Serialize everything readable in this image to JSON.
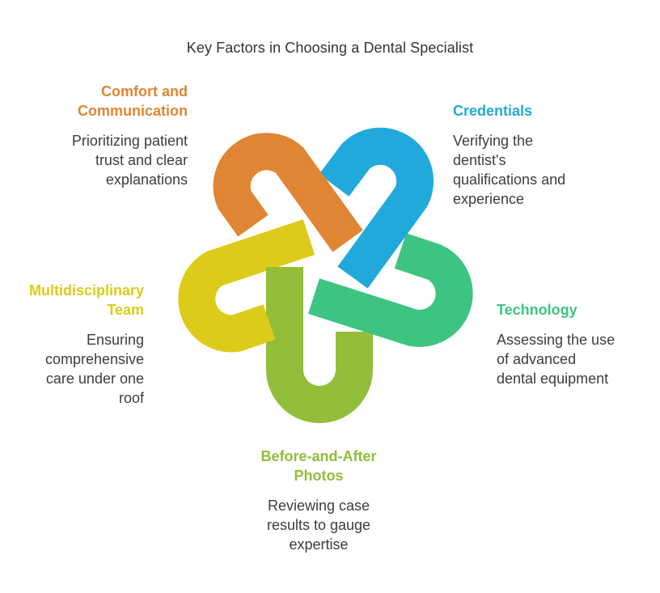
{
  "title": "Key Factors in Choosing a Dental Specialist",
  "colors": {
    "orange": "#E08533",
    "blue": "#21A9DB",
    "green": "#3DC483",
    "olive": "#92BE3A",
    "yellow": "#DDCB1A"
  },
  "factors": [
    {
      "heading": "Comfort and Communication",
      "heading_lines": [
        "Comfort and",
        "Communication"
      ],
      "description_lines": [
        "Prioritizing patient",
        "trust and clear",
        "explanations"
      ],
      "color": "#E08533"
    },
    {
      "heading": "Credentials",
      "heading_lines": [
        "Credentials"
      ],
      "description_lines": [
        "Verifying the",
        "dentist's",
        "qualifications and",
        "experience"
      ],
      "color": "#21A9DB"
    },
    {
      "heading": "Technology",
      "heading_lines": [
        "Technology"
      ],
      "description_lines": [
        "Assessing the use",
        "of advanced",
        "dental equipment"
      ],
      "color": "#3DC483"
    },
    {
      "heading": "Before-and-After Photos",
      "heading_lines": [
        "Before-and-After",
        "Photos"
      ],
      "description_lines": [
        "Reviewing case",
        "results to gauge",
        "expertise"
      ],
      "color": "#92BE3A"
    },
    {
      "heading": "Multidisciplinary Team",
      "heading_lines": [
        "Multidisciplinary",
        "Team"
      ],
      "description_lines": [
        "Ensuring",
        "comprehensive",
        "care under one",
        "roof"
      ],
      "color": "#DDCB1A"
    }
  ]
}
